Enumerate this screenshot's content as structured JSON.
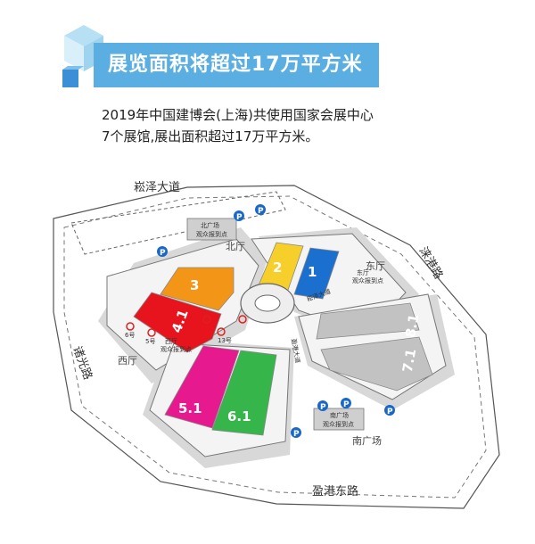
{
  "header": {
    "title": "展览面积将超过17万平方米"
  },
  "description": {
    "line1": "2019年中国建博会(上海)共使用国家会展中心",
    "line2": "7个展馆,展出面积超过17万平方米。"
  },
  "map": {
    "roads": {
      "north": "崧泽大道",
      "east": "涞港路",
      "west": "诸光路",
      "south": "盈港东路"
    },
    "zones": {
      "north_hall": "北厅",
      "east_hall": "东厅",
      "west_hall": "西厅",
      "south_plaza": "南广场"
    },
    "registration": {
      "north": "北广场\n观众报到点",
      "north_line1": "北广场",
      "north_line2": "观众报到点",
      "east_line1": "东厅",
      "east_line2": "观众报到点",
      "west_line1": "西厅",
      "west_line2": "观众报到点",
      "south_line1": "南广场",
      "south_line2": "观众报到点"
    },
    "inner_roads": {
      "north": "崧泽大道",
      "east": "涞港大道",
      "south": "盈港大道"
    },
    "gates": {
      "gate5": "5号",
      "gate6": "6号",
      "gate13": "13号"
    },
    "parking_symbol": "P",
    "halls": [
      {
        "label": "1",
        "color": "#1a6fcf"
      },
      {
        "label": "2",
        "color": "#f6cf2a"
      },
      {
        "label": "3",
        "color": "#f39617"
      },
      {
        "label": "4.1",
        "color": "#e8141d"
      },
      {
        "label": "5.1",
        "color": "#e6198e"
      },
      {
        "label": "6.1",
        "color": "#35b54a"
      },
      {
        "label": "7.1",
        "color": "#c2c2c2"
      },
      {
        "label": "8.1",
        "color": "#c2c2c2"
      }
    ]
  },
  "colors": {
    "banner": "#5aaee2",
    "parking": "#1a68c6",
    "gate": "#e02020"
  }
}
